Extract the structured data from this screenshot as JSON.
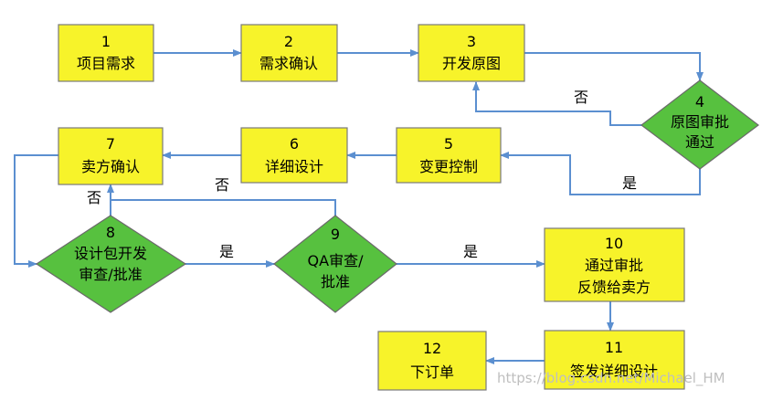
{
  "nodes": {
    "n1": {
      "num": "1",
      "text": "项目需求"
    },
    "n2": {
      "num": "2",
      "text": "需求确认"
    },
    "n3": {
      "num": "3",
      "text": "开发原图"
    },
    "n4": {
      "num": "4",
      "text1": "原图审批",
      "text2": "通过"
    },
    "n5": {
      "num": "5",
      "text": "变更控制"
    },
    "n6": {
      "num": "6",
      "text": "详细设计"
    },
    "n7": {
      "num": "7",
      "text": "卖方确认"
    },
    "n8": {
      "num": "8",
      "text1": "设计包开发",
      "text2": "审查/批准"
    },
    "n9": {
      "num": "9",
      "text1": "QA审查/",
      "text2": "批准"
    },
    "n10": {
      "num": "10",
      "text1": "通过审批",
      "text2": "反馈给卖方"
    },
    "n11": {
      "num": "11",
      "text": "签发详细设计"
    },
    "n12": {
      "num": "12",
      "text": "下订单"
    }
  },
  "edges": {
    "no_4_3": "否",
    "yes_4_5": "是",
    "no_9_7": "否",
    "no_8_7": "否",
    "yes_8_9": "是",
    "yes_9_10": "是"
  },
  "watermark": "https://blog.csdn.net/Michael_HM",
  "colors": {
    "box": "#f7f32a",
    "diamond": "#57c13f",
    "arrow": "#5b8fd0"
  }
}
